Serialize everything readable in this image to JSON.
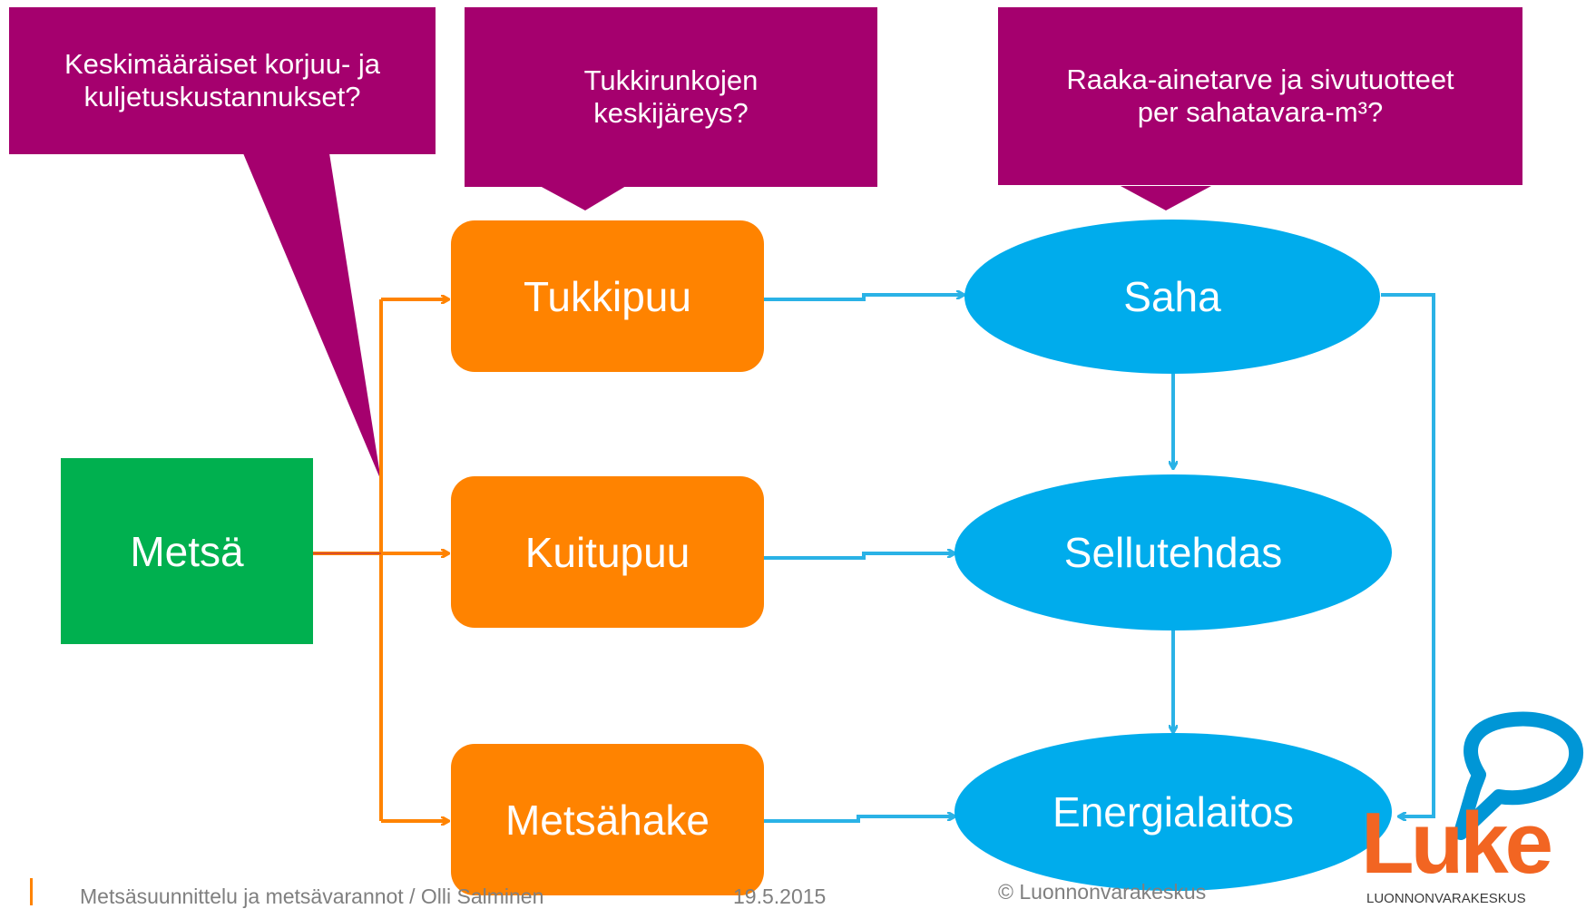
{
  "callouts": {
    "harvest_costs": "Keskimääräiset korjuu- ja\nkuljetuskustannukset?",
    "log_diameter": "Tukkirunkojen\nkeskijäreys?",
    "raw_material": "Raaka-ainetarve ja sivutuotteet\nper sahatava­ra-m³?"
  },
  "nodes": {
    "forest": "Metsä",
    "sawlog": "Tukkipuu",
    "pulpwood": "Kuitupuu",
    "forest_chips": "Metsähake",
    "sawmill": "Saha",
    "pulp_mill": "Sellutehdas",
    "power_plant": "Energialaitos"
  },
  "footer": {
    "presentation": "Metsäsuunnittelu ja metsävarannot / Olli Salminen",
    "date": "19.5.2015",
    "copyright": "© Luonnonvarakeskus"
  },
  "logo": {
    "wordmark": "Luke",
    "subtitle": "LUONNONVARAKESKUS"
  },
  "colors": {
    "callout": "#a5006e",
    "product": "#ff8300",
    "forest": "#00b04f",
    "facility": "#00acec",
    "logo_orange": "#f26522",
    "logo_blue": "#0096d6"
  }
}
